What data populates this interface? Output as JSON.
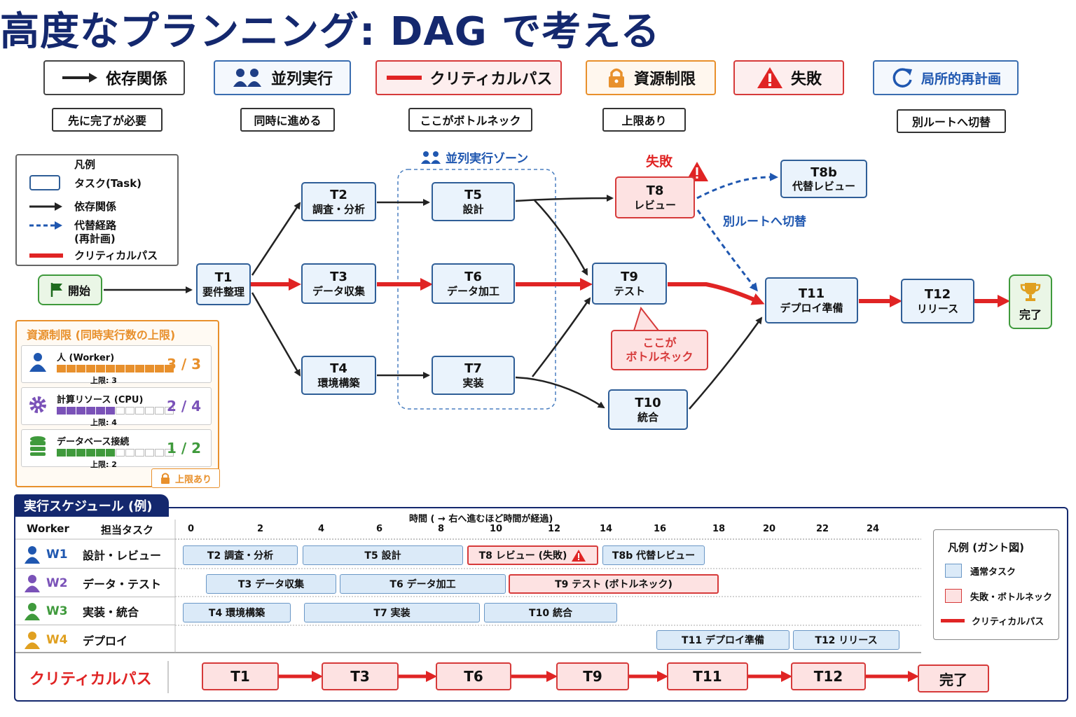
{
  "title": "高度なプランニング: DAG で考える",
  "colors": {
    "navy": "#14286e",
    "blue": "#2f5e97",
    "red": "#e02424",
    "orange": "#e8902c",
    "gray": "#444444"
  },
  "concepts": [
    {
      "label": "依存関係",
      "note": "先に完了が必要",
      "icon": "arrow-icon"
    },
    {
      "label": "並列実行",
      "note": "同時に進める",
      "icon": "people-icon"
    },
    {
      "label": "クリティカルパス",
      "note": "ここがボトルネック",
      "icon": "red-line-icon"
    },
    {
      "label": "資源制限",
      "note": "上限あり",
      "icon": "lock-icon"
    },
    {
      "label": "失敗",
      "note": "",
      "icon": "warning-icon"
    },
    {
      "label": "局所的再計画",
      "note": "別ルートへ切替",
      "icon": "refresh-icon"
    }
  ],
  "legend": {
    "title": "凡例",
    "items": [
      "タスク(Task)",
      "依存関係",
      "代替経路",
      "(再計画)",
      "クリティカルパス"
    ]
  },
  "dag": {
    "start": "開始",
    "done": "完了",
    "parallel_zone": "並列実行ゾーン",
    "fail_label": "失敗",
    "reroute_label": "別ルートへ切替",
    "bottleneck": [
      "ここが",
      "ボトルネック"
    ],
    "nodes": {
      "t1": {
        "id": "T1",
        "name": "要件整理"
      },
      "t2": {
        "id": "T2",
        "name": "調査・分析"
      },
      "t3": {
        "id": "T3",
        "name": "データ収集"
      },
      "t4": {
        "id": "T4",
        "name": "環境構築"
      },
      "t5": {
        "id": "T5",
        "name": "設計"
      },
      "t6": {
        "id": "T6",
        "name": "データ加工"
      },
      "t7": {
        "id": "T7",
        "name": "実装"
      },
      "t8": {
        "id": "T8",
        "name": "レビュー"
      },
      "t8b": {
        "id": "T8b",
        "name": "代替レビュー"
      },
      "t9": {
        "id": "T9",
        "name": "テスト"
      },
      "t10": {
        "id": "T10",
        "name": "統合"
      },
      "t11": {
        "id": "T11",
        "name": "デプロイ準備"
      },
      "t12": {
        "id": "T12",
        "name": "リリース"
      }
    }
  },
  "resources": {
    "title": "資源制限 (同時実行数の上限)",
    "badge": "上限あり",
    "items": [
      {
        "name": "人 (Worker)",
        "limit": "上限: 3",
        "count": "3 / 3",
        "used": 1.0,
        "color": "#e8902c",
        "icon": "person-icon"
      },
      {
        "name": "計算リソース (CPU)",
        "limit": "上限: 4",
        "count": "2 / 4",
        "used": 0.5,
        "color": "#7a52b8",
        "icon": "gear-icon"
      },
      {
        "name": "データベース接続",
        "limit": "上限: 2",
        "count": "1 / 2",
        "used": 0.5,
        "color": "#3f9a3c",
        "icon": "database-icon"
      }
    ]
  },
  "schedule": {
    "title": "実行スケジュール (例)",
    "col_worker": "Worker",
    "col_task": "担当タスク",
    "time_label": "時間 ( → 右へ進むほど時間が経過)",
    "ticks": [
      "0",
      "2",
      "4",
      "6",
      "8",
      "10",
      "12",
      "14",
      "16",
      "18",
      "20",
      "22",
      "24"
    ],
    "workers": [
      {
        "id": "W1",
        "role": "設計・レビュー",
        "color": "#1f57b0"
      },
      {
        "id": "W2",
        "role": "データ・テスト",
        "color": "#7a52b8"
      },
      {
        "id": "W3",
        "role": "実装・統合",
        "color": "#3f9a3c"
      },
      {
        "id": "W4",
        "role": "デプロイ",
        "color": "#e0a020"
      }
    ],
    "bars": [
      [
        "T2 調査・分析",
        "T5 設計",
        "T8 レビュー (失敗)",
        "T8b 代替レビュー"
      ],
      [
        "T3 データ収集",
        "T6 データ加工",
        "T9 テスト (ボトルネック)"
      ],
      [
        "T4 環境構築",
        "T7 実装",
        "T10 統合"
      ],
      [
        "T11 デプロイ準備",
        "T12 リリース"
      ]
    ],
    "gantt_legend": {
      "title": "凡例 (ガント図)",
      "items": [
        "通常タスク",
        "失敗・ボトルネック",
        "クリティカルパス"
      ]
    }
  },
  "critical_path": {
    "label": "クリティカルパス",
    "steps": [
      "T1",
      "T3",
      "T6",
      "T9",
      "T11",
      "T12",
      "完了"
    ]
  }
}
